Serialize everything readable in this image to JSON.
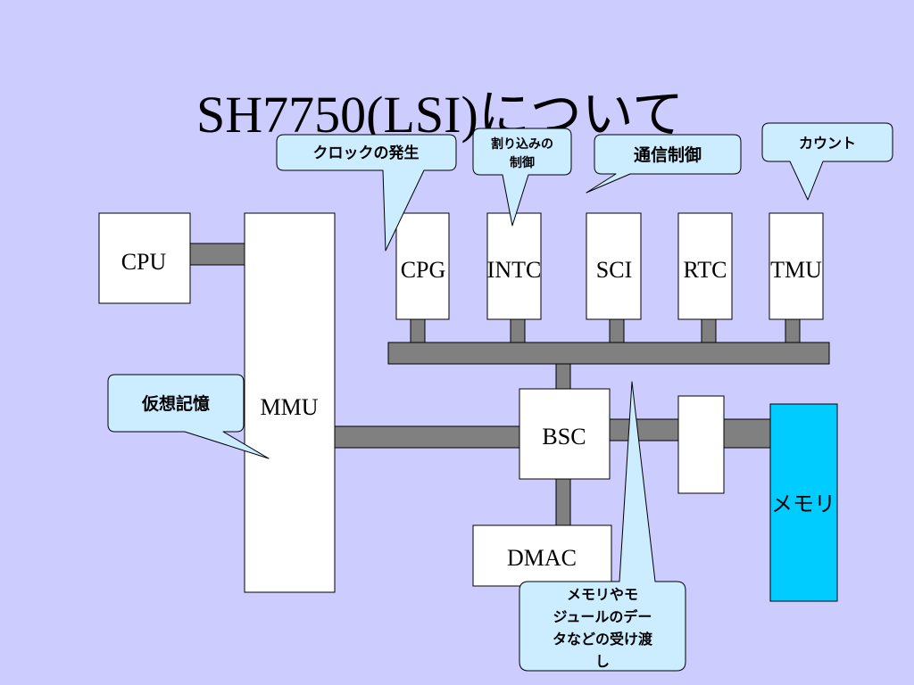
{
  "slide": {
    "title": "SH7750(LSI)について"
  },
  "blocks": {
    "cpu": "CPU",
    "mmu": "MMU",
    "cpg": "CPG",
    "intc": "INTC",
    "sci": "SCI",
    "rtc": "RTC",
    "tmu": "TMU",
    "bsc": "BSC",
    "dmac": "DMAC",
    "memory": "メモリ"
  },
  "callouts": {
    "cpg": "クロックの発生",
    "intc": [
      "割り込みの",
      "制御"
    ],
    "sci": "通信制御",
    "tmu": "カウント",
    "mmu": "仮想記憶",
    "bsc": [
      "メモリやモ",
      "ジュールのデー",
      "タなどの受け渡",
      "し"
    ]
  },
  "colors": {
    "background": "#ccccff",
    "callout_fill": "#ccecff",
    "bus": "#808080",
    "memory": "#00ccff"
  }
}
